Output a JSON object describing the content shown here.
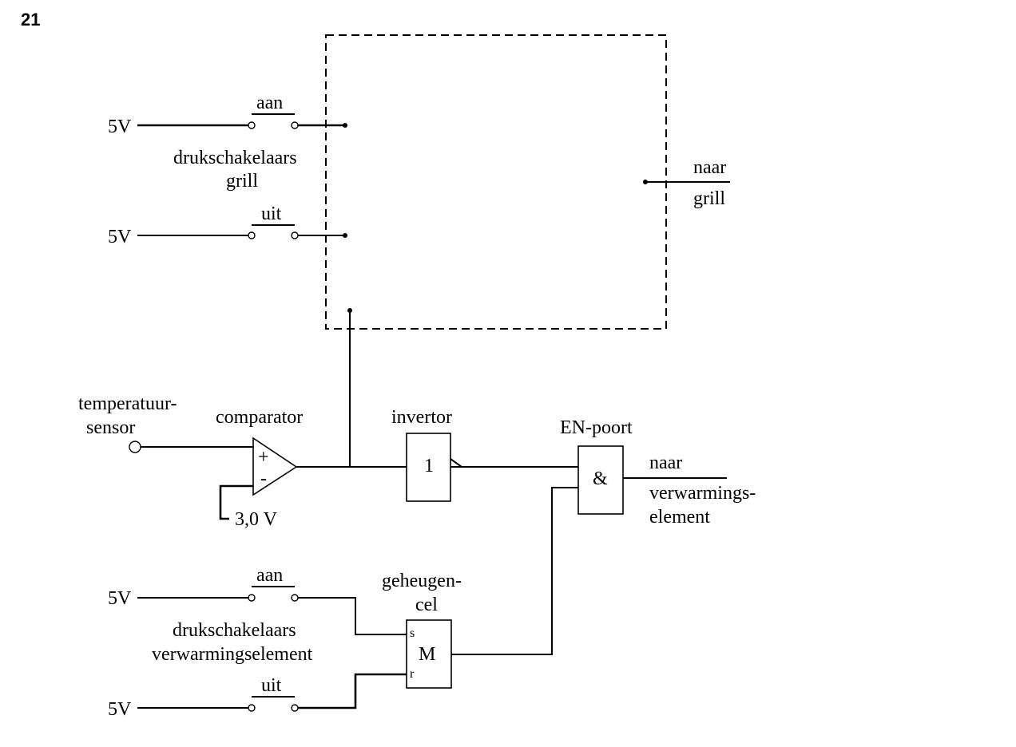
{
  "question_number": "21",
  "grill": {
    "supply_on": "5V",
    "supply_off": "5V",
    "switch_on_label": "aan",
    "switch_off_label": "uit",
    "switches_label_line1": "drukschakelaars",
    "switches_label_line2": "grill",
    "output_label_line1": "naar",
    "output_label_line2": "grill"
  },
  "sensor": {
    "label_line1": "temperatuur-",
    "label_line2": "sensor"
  },
  "comparator": {
    "label": "comparator",
    "plus": "+",
    "minus": "-",
    "reference": "3,0 V"
  },
  "invertor": {
    "label": "invertor",
    "symbol": "1"
  },
  "and_gate": {
    "label": "EN-poort",
    "symbol": "&",
    "output_line1": "naar",
    "output_line2": "verwarmings-",
    "output_line3": "element"
  },
  "memory": {
    "label_line1": "geheugen-",
    "label_line2": "cel",
    "symbol": "M",
    "set": "s",
    "reset": "r"
  },
  "heater": {
    "supply_on": "5V",
    "supply_off": "5V",
    "switch_on_label": "aan",
    "switch_off_label": "uit",
    "switches_label_line1": "drukschakelaars",
    "switches_label_line2": "verwarmingselement"
  }
}
